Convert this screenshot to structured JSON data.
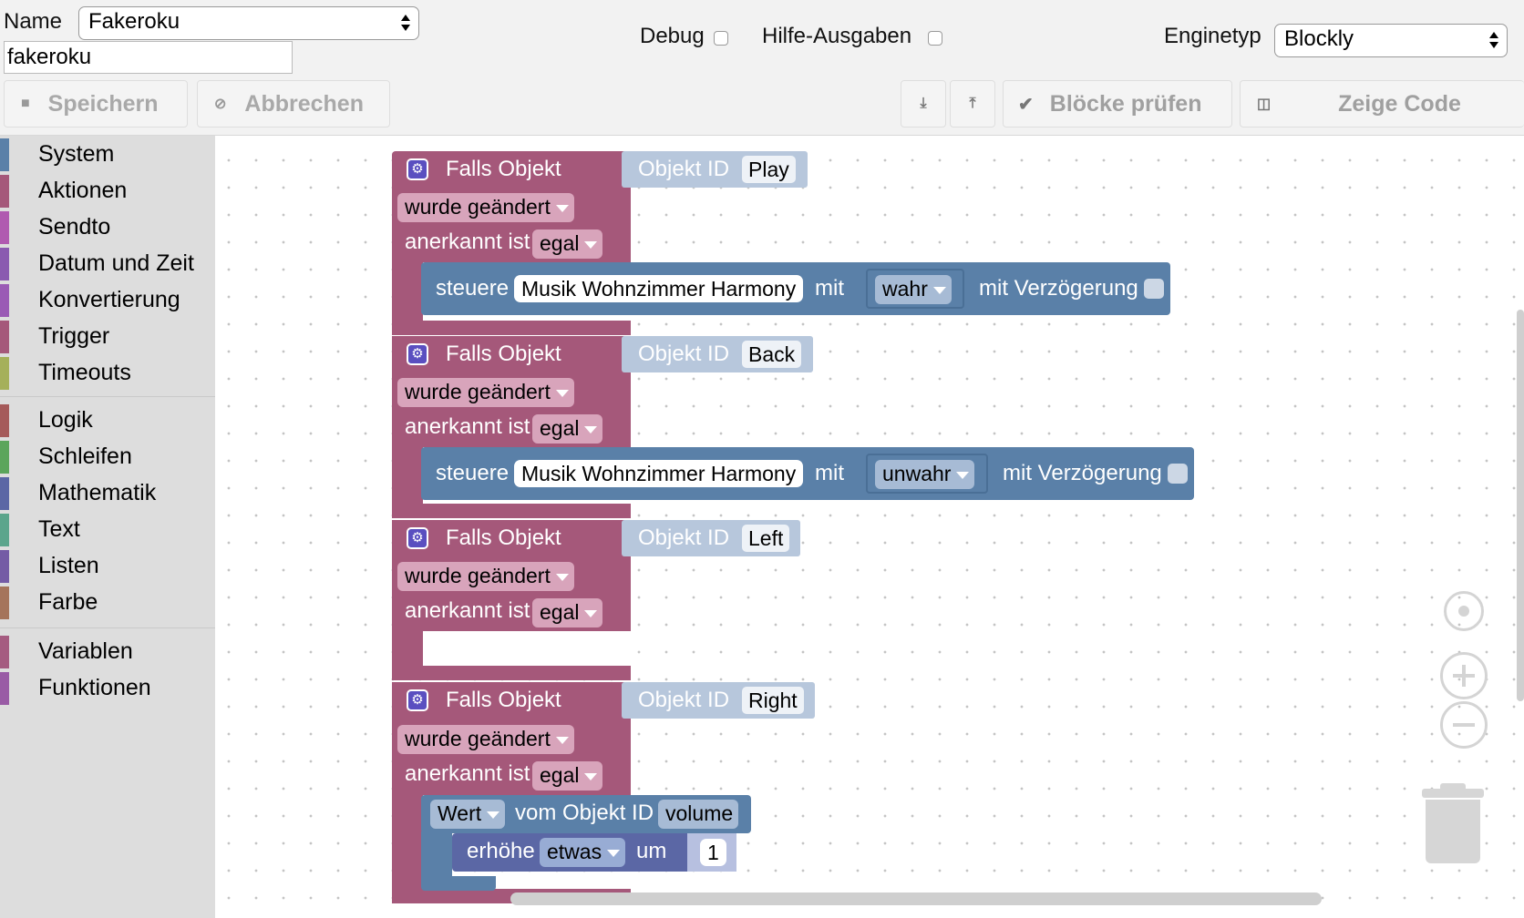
{
  "header": {
    "name_label": "Name",
    "name_select": "Fakeroku",
    "name_input": "fakeroku",
    "debug_label": "Debug",
    "hilfe_label": "Hilfe-Ausgaben",
    "engine_label": "Enginetyp",
    "engine_select": "Blockly"
  },
  "toolbar": {
    "save_label": "Speichern",
    "cancel_label": "Abbrechen",
    "check_label": "Blöcke prüfen",
    "code_label": "Zeige Code",
    "icons": [
      "save-icon",
      "cancel-icon",
      "download-icon",
      "upload-icon",
      "check-icon",
      "code-icon"
    ]
  },
  "toolbox": {
    "groups": [
      [
        {
          "label": "System",
          "color": "#5a80a8"
        },
        {
          "label": "Aktionen",
          "color": "#a5587a"
        },
        {
          "label": "Sendto",
          "color": "#b05ab0"
        },
        {
          "label": "Datum und Zeit",
          "color": "#8a5ab0"
        },
        {
          "label": "Konvertierung",
          "color": "#9a5ab5"
        },
        {
          "label": "Trigger",
          "color": "#a5587a"
        },
        {
          "label": "Timeouts",
          "color": "#a5b05a"
        }
      ],
      [
        {
          "label": "Logik",
          "color": "#a55a5a"
        },
        {
          "label": "Schleifen",
          "color": "#5ba55b"
        },
        {
          "label": "Mathematik",
          "color": "#5b67a5"
        },
        {
          "label": "Text",
          "color": "#5ba58c"
        },
        {
          "label": "Listen",
          "color": "#745ba5"
        },
        {
          "label": "Farbe",
          "color": "#a5745b"
        }
      ],
      [
        {
          "label": "Variablen",
          "color": "#a55b80"
        },
        {
          "label": "Funktionen",
          "color": "#995ba5"
        }
      ]
    ]
  },
  "blocks": {
    "trigger_title": "Falls Objekt",
    "objekt_id_label": "Objekt ID",
    "changed_option": "wurde geändert",
    "ack_label": "anerkannt ist",
    "ack_option": "egal",
    "triggers": [
      {
        "object_id": "Play"
      },
      {
        "object_id": "Back"
      },
      {
        "object_id": "Left"
      },
      {
        "object_id": "Right"
      }
    ],
    "control_1": {
      "verb": "steuere",
      "device": "Musik Wohnzimmer Harmony",
      "mit": "mit",
      "value": "wahr",
      "delay_label": "mit Verzögerung"
    },
    "control_2": {
      "verb": "steuere",
      "device": "Musik Wohnzimmer Harmony",
      "mit": "mit",
      "value": "unwahr",
      "delay_label": "mit Verzögerung"
    },
    "get_value": {
      "wert": "Wert",
      "vom_label": "vom Objekt ID",
      "id": "volume"
    },
    "increment": {
      "verb": "erhöhe",
      "var": "etwas",
      "um": "um",
      "amount": "1"
    }
  }
}
